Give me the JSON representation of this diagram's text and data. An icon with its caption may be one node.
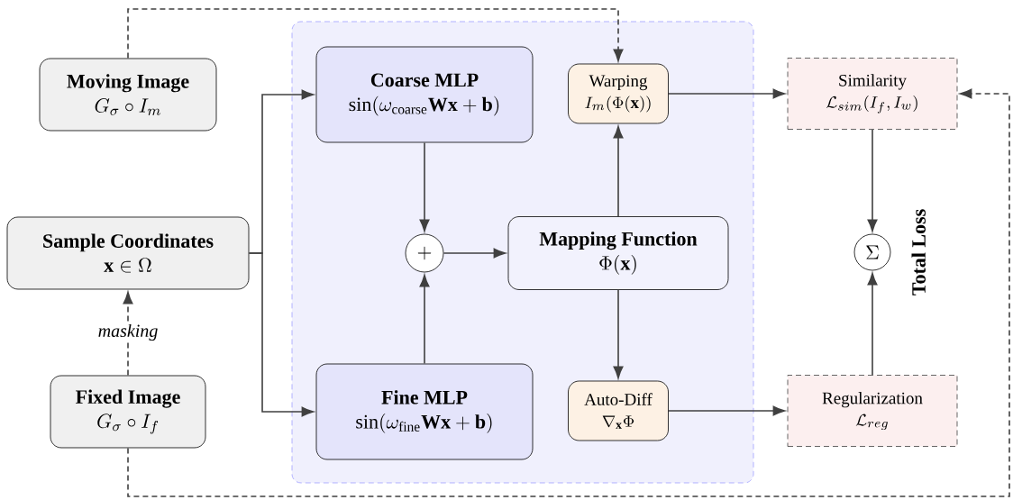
{
  "diagram": {
    "nodes": [
      {
        "text": [
          "Moving Image",
          "G_\\sigma \\circ I_m"
        ]
      },
      {
        "text": [
          "Sample Coordinates",
          "\\mathbf{x} \\in \\Omega"
        ]
      },
      {
        "text": [
          "Fixed Image",
          "G_\\sigma \\circ I_f"
        ]
      },
      {
        "text": [],
        "shape": "box"
      },
      {
        "text": [
          "Coarse MLP",
          "\\sin(\\omega_{\\mathrm{coarse}}\\mathbf{W}\\mathbf{x}+\\mathbf{b})"
        ],
        "in": 3
      },
      {
        "text": [
          "+"
        ],
        "in": 3
      },
      {
        "text": [
          "Fine MLP",
          "\\sin(\\omega_{\\mathrm{fine}}\\mathbf{W}\\mathbf{x}+\\mathbf{b})"
        ],
        "in": 3
      },
      {
        "text": [
          "Mapping Function",
          "\\Phi(\\mathbf{x})"
        ],
        "in": 3
      },
      {
        "text": [
          "Warping",
          "I_m(\\Phi(\\mathbf{x}))"
        ],
        "in": 3
      },
      {
        "text": [
          "Auto-Diff",
          "\\nabla_{\\mathbf{x}}\\Phi"
        ],
        "in": 3
      },
      {
        "text": [
          "Similarity",
          "\\mathcal{L}_{sim}(I_f, I_w)"
        ]
      },
      {
        "text": [
          "\\Sigma"
        ],
        "beside": [
          "Total Loss"
        ]
      },
      {
        "text": [
          "Regularization",
          "\\mathcal{L}_{reg}"
        ]
      }
    ],
    "edges": [
      {
        "from": 0,
        "to": 8,
        "arrow": "to",
        "style": "dashed"
      },
      {
        "from": 2,
        "to": 1,
        "arrow": "to",
        "style": "dashed",
        "label": "masking"
      },
      {
        "from": 2,
        "to": 10,
        "arrow": "to",
        "style": "dashed"
      },
      {
        "from": 1,
        "to": 4,
        "arrow": "to"
      },
      {
        "from": 1,
        "to": 6,
        "arrow": "to"
      },
      {
        "from": 4,
        "to": 5,
        "arrow": "to"
      },
      {
        "from": 6,
        "to": 5,
        "arrow": "to"
      },
      {
        "from": 5,
        "to": 7,
        "arrow": "to"
      },
      {
        "from": 7,
        "to": 8,
        "arrow": "to"
      },
      {
        "from": 7,
        "to": 9,
        "arrow": "to"
      },
      {
        "from": 8,
        "to": 10,
        "arrow": "to"
      },
      {
        "from": 9,
        "to": 12,
        "arrow": "to"
      },
      {
        "from": 10,
        "to": 11,
        "arrow": "to"
      },
      {
        "from": 12,
        "to": 11,
        "arrow": "to"
      }
    ]
  }
}
